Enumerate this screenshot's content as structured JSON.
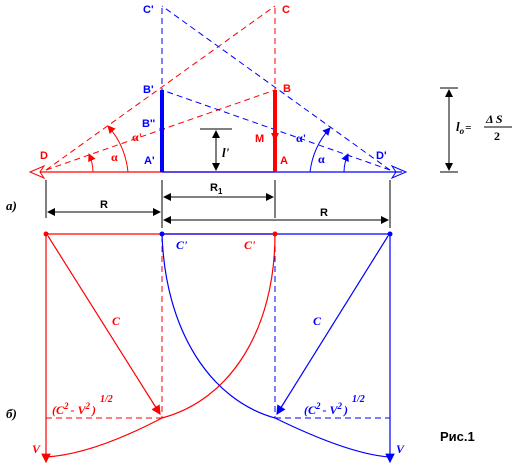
{
  "colors": {
    "red": "#ff0000",
    "blue": "#0000ff",
    "black": "#000000"
  },
  "part_a": {
    "caption": "а)",
    "labels": {
      "c_prime": "C'",
      "c": "C",
      "b_prime": "B'",
      "b": "B",
      "b_double_prime": "B''",
      "m": "M",
      "d": "D",
      "d_prime": "D'",
      "a_prime": "A'",
      "a": "A",
      "l_prime": "l'",
      "alpha": "α",
      "alpha_prime": "α'"
    },
    "dimensions": {
      "r_left": "R",
      "r_right": "R",
      "r1": "R",
      "r1_sub": "1"
    },
    "lo_formula": {
      "l": "l",
      "sub": "o",
      "equals": "=",
      "numerator": "Δ S",
      "denominator": "2"
    }
  },
  "part_b": {
    "caption": "б)",
    "labels": {
      "c_prime_left": "C'",
      "c_prime_right": "C'",
      "c_left": "C",
      "c_right": "C",
      "v_left": "V",
      "v_right": "V"
    },
    "formula": {
      "open": "(C",
      "exp2a": "2",
      "minus": "- V",
      "exp2b": "2",
      "close": ")",
      "power": "1/2"
    }
  },
  "figure_caption": "Рис.1"
}
